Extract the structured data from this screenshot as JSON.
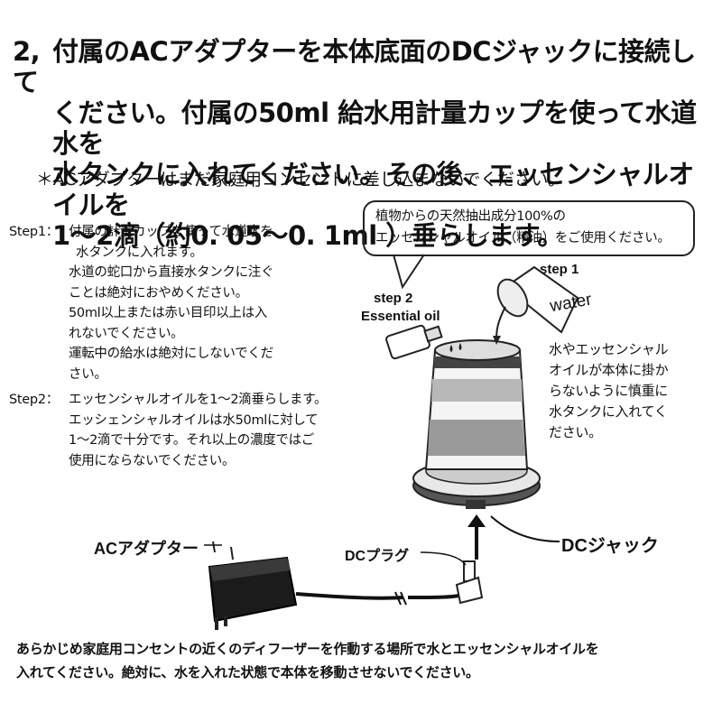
{
  "heading": {
    "number": "2,",
    "lines": [
      "付属のACアダプターを本体底面のDCジャックに接続して",
      "ください。付属の50ml 給水用計量カップを使って水道水を",
      "水タンクに入れてください。その後、エッセンシャルオイルを",
      "1～2滴（約0. 05～0. 1ml ）垂らします。"
    ]
  },
  "note": "＊ACアダプターはまだ家庭用コンセントに差し込まないでください。",
  "step1": {
    "label": "Step1：",
    "lines": [
      "付属の計量カップを使って水道水を",
      "水タンクに入れます。",
      "水道の蛇口から直接水タンクに注ぐ",
      "ことは絶対におやめください。",
      "50ml以上または赤い目印以上は入",
      "れないでください。",
      "運転中の給水は絶対にしないでくだ",
      "さい。"
    ]
  },
  "step2": {
    "label": "Step2：",
    "lines": [
      "エッセンシャルオイルを1～2滴垂らします。",
      "エッシェンシャルオイルは水50mlに対して",
      "1～2滴で十分です。それ以上の濃度ではご",
      "使用にならないでください。"
    ]
  },
  "bubble": [
    "植物からの天然抽出成分100%の",
    "エッセンシャルオイル（精油）をご使用ください。"
  ],
  "side_note": [
    "水やエッセンシャル",
    "オイルが本体に掛か",
    "らないように慎重に",
    "水タンクに入れてく",
    "ださい。"
  ],
  "labels": {
    "step1": "step 1",
    "step2": "step 2",
    "essential_oil": "Essential oil",
    "water": "water",
    "dc_jack": "DCジャック",
    "dc_plug": "DCプラグ",
    "ac_adapter": "ACアダプター"
  },
  "footer": [
    "あらかじめ家庭用コンセントの近くのディフーザーを作動する場所で水とエッセンシャルオイルを",
    "入れてください。絶対に、水を入れた状態で本体を移動させないでください。"
  ]
}
